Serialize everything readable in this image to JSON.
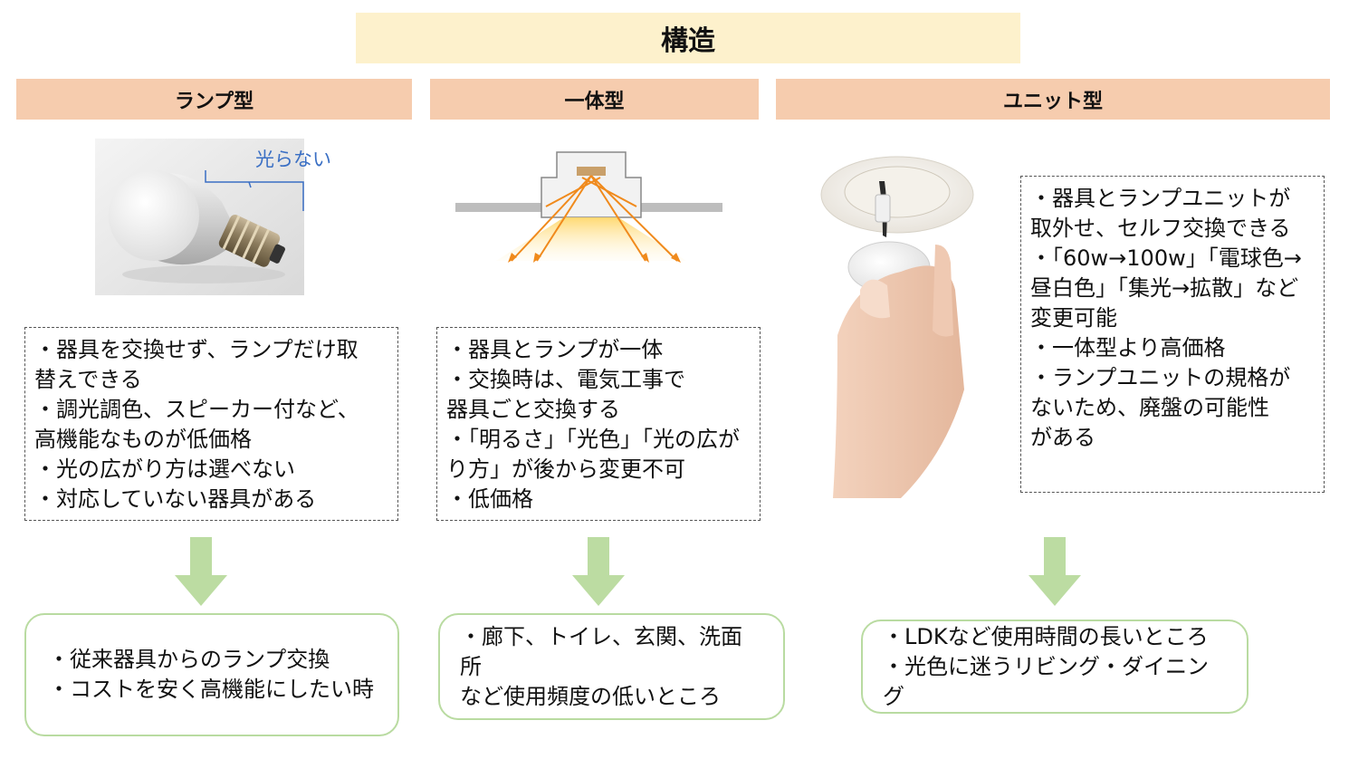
{
  "title": "構造",
  "columns": [
    {
      "heading": "ランプ型",
      "callout": "光らない",
      "description": "・器具を交換せず、ランプだけ取\n替えできる\n・調光調色、スピーカー付など、\n高機能なものが低価格\n・光の広がり方は選べない\n・対応していない器具がある",
      "result": "・従来器具からのランプ交換\n・コストを安く高機能にしたい時"
    },
    {
      "heading": "一体型",
      "description": "・器具とランプが一体\n・交換時は、電気工事で\n器具ごと交換する\n・「明るさ」「光色」「光の広が\nり方」が後から変更不可\n・低価格",
      "result": "・廊下、トイレ、玄関、洗面所\nなど使用頻度の低いところ"
    },
    {
      "heading": "ユニット型",
      "description": "・器具とランプユニットが\n取外せ、セルフ交換できる\n・「60w→100w」「電球色→\n昼白色」「集光→拡散」など\n変更可能\n・一体型より高価格\n・ランプユニットの規格が\nないため、廃盤の可能性\nがある",
      "result": "・LDKなど使用時間の長いところ\n・光色に迷うリビング・ダイニング"
    }
  ],
  "colors": {
    "title_bg": "#fdf1cc",
    "heading_bg": "#f6ccae",
    "arrow": "#bcdca2",
    "result_border": "#b9dba1",
    "callout": "#3a6fc4"
  }
}
